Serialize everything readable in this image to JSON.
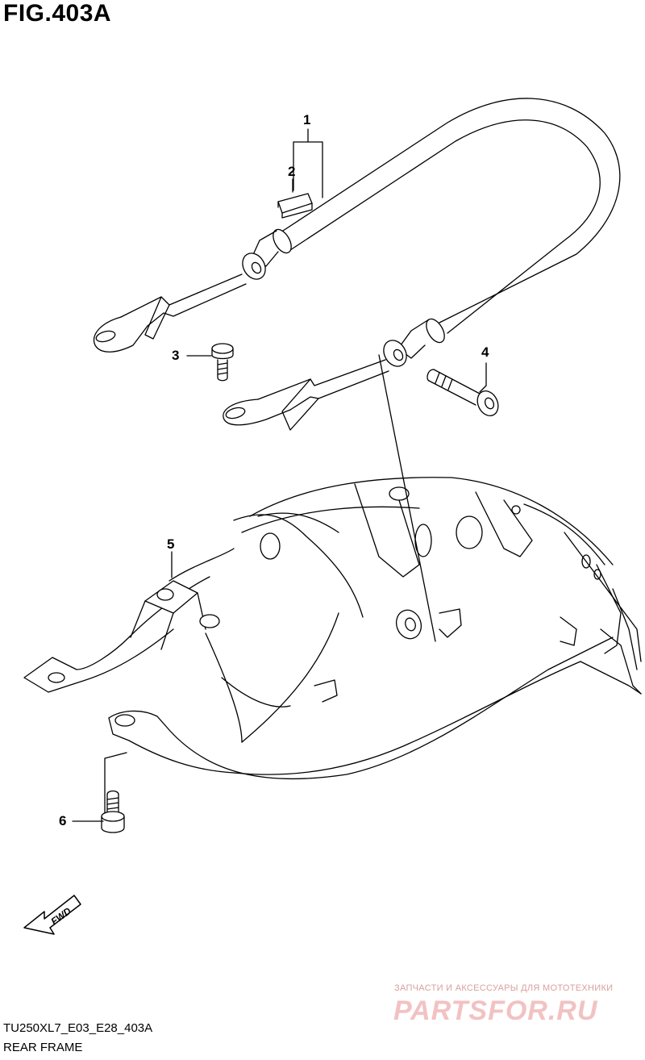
{
  "figure": {
    "title": "FIG.403A"
  },
  "callouts": {
    "c1": "1",
    "c2": "2",
    "c3": "3",
    "c4": "4",
    "c5": "5",
    "c6": "6"
  },
  "direction": {
    "label": "FWD"
  },
  "footer": {
    "code": "TU250XL7_E03_E28_403A",
    "name": "REAR FRAME"
  },
  "watermark": {
    "tagline": "ЗАПЧАСТИ И АКСЕССУАРЫ ДЛЯ МОТОТЕХНИКИ",
    "logo": "PARTSFOR.RU"
  },
  "colors": {
    "line": "#000000",
    "background": "#ffffff",
    "watermark": "#f2c2c2"
  }
}
